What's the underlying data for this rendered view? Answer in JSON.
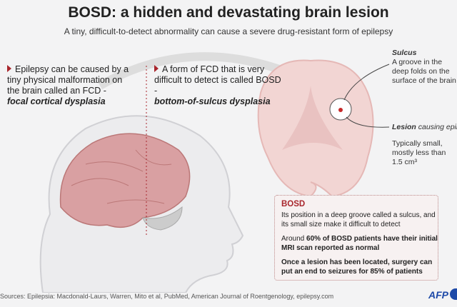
{
  "title": "BOSD: a hidden and devastating brain lesion",
  "subtitle": "A tiny, difficult-to-detect abnormality can cause a severe drug-resistant form of epilepsy",
  "left_note": {
    "text": "Epilepsy can be caused by a tiny physical malformation on the brain called an FCD -",
    "italic": "focal cortical dysplasia"
  },
  "mid_note": {
    "text": "A form of FCD that is very difficult to detect is called BOSD -",
    "italic": "bottom-of-sulcus dysplasia"
  },
  "sulcus": {
    "label": "Sulcus",
    "desc": "A groove in the deep folds on the surface of the brain"
  },
  "lesion": {
    "label_bold": "Lesion",
    "label_rest": "causing epilepsy",
    "desc": "Typically small, mostly less than 1.5 cm³"
  },
  "box": {
    "heading": "BOSD",
    "p1": "Its position in a deep groove called a sulcus, and its small size make it difficult to detect",
    "p2_pre": "Around",
    "p2_bold": "60% of  BOSD patients have their initial MRI scan reported as normal",
    "p3": "Once a lesion has been located, surgery can put an end to seizures for 85% of patients"
  },
  "sources": "Sources: Epilepsia: Macdonald-Laurs, Warren, Mito et al, PubMed, American Journal of Roentgenology, epilepsy.com",
  "logo": "AFP",
  "colors": {
    "accent": "#a8252c",
    "brain": "#e9b3b3",
    "lesion": "#c62828"
  }
}
